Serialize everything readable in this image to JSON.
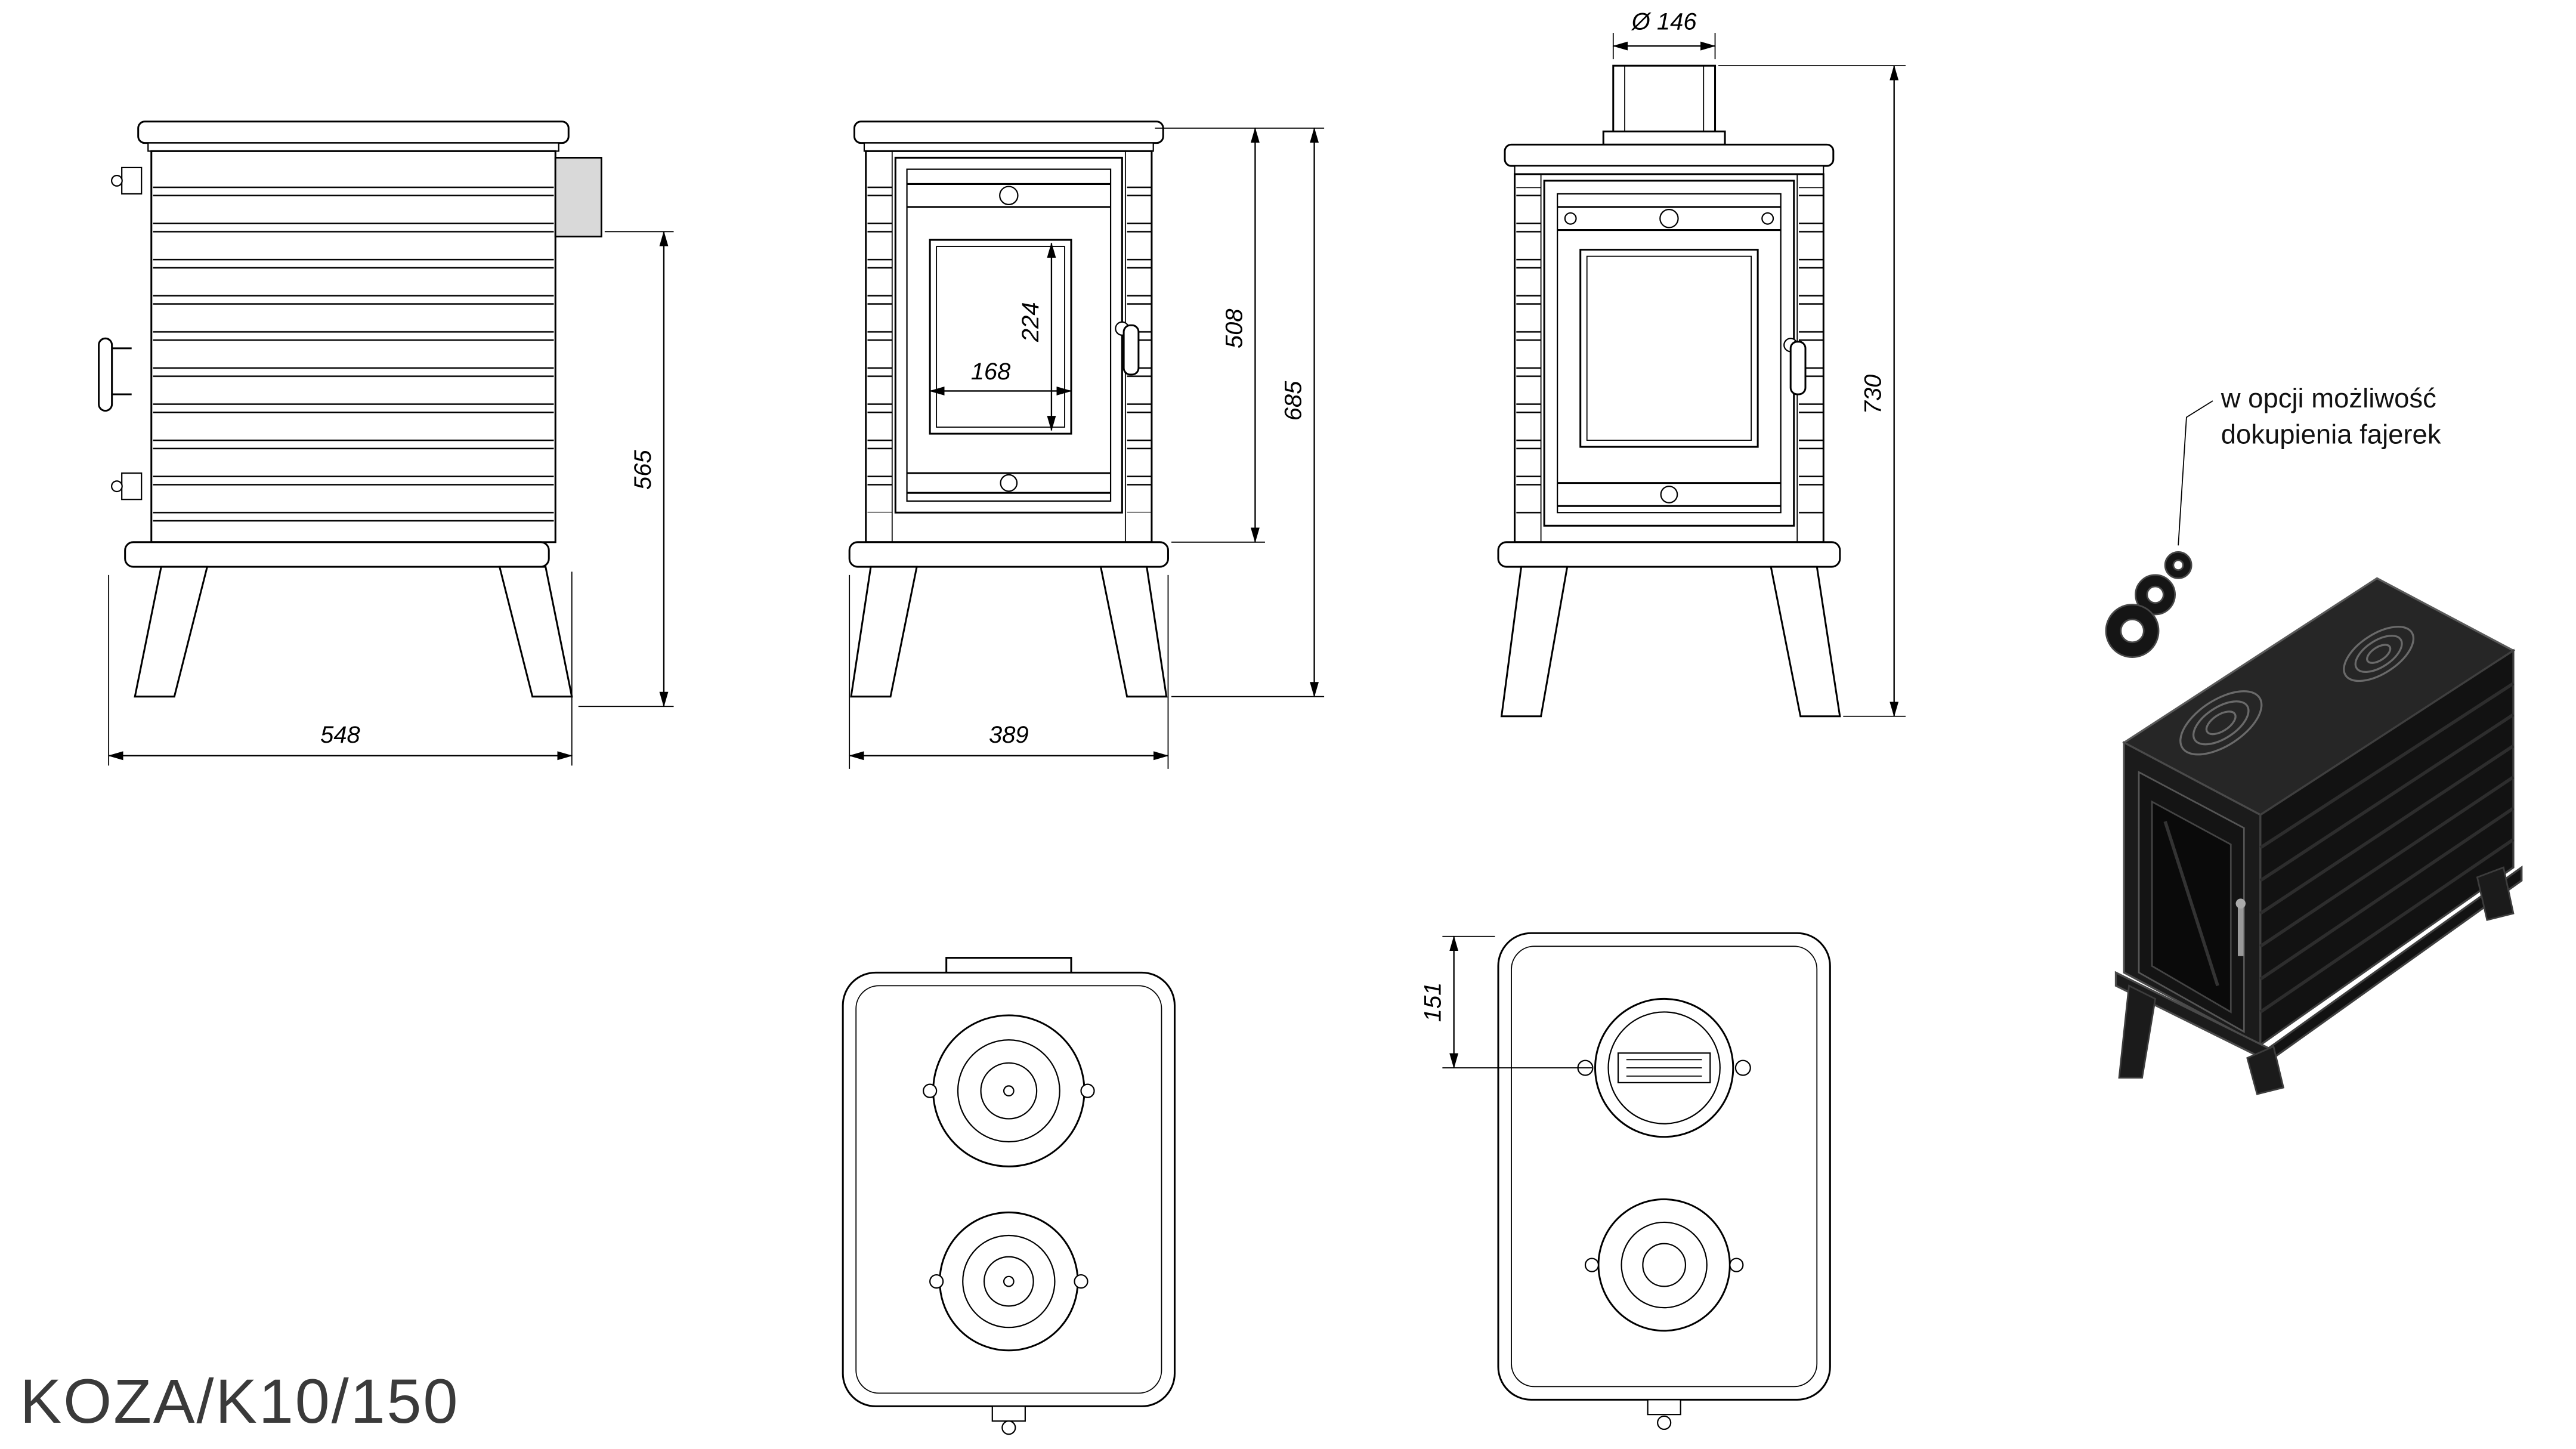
{
  "title": "KOZA/K10/150",
  "annotation": {
    "line1": "w opcji możliwość",
    "line2": "dokupienia fajerek"
  },
  "dims": {
    "side_width": "548",
    "side_height": "565",
    "glass_width": "168",
    "glass_height": "224",
    "body_height": "508",
    "total_height": "685",
    "front_width": "389",
    "flue_diameter": "Ø 146",
    "back_total_height": "730",
    "flue_offset": "151"
  }
}
